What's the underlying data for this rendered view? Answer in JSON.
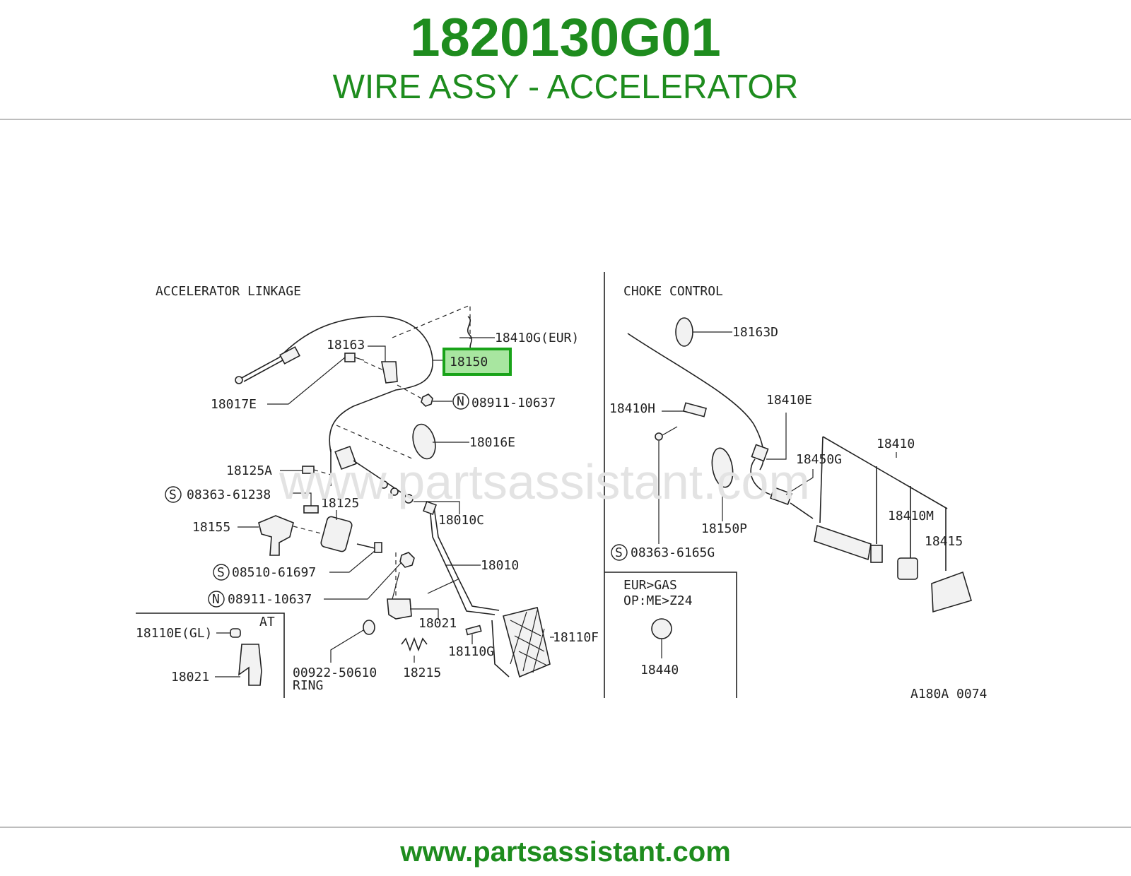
{
  "header": {
    "part_number": "1820130G01",
    "part_name": "WIRE ASSY - ACCELERATOR"
  },
  "footer": {
    "url": "www.partsassistant.com"
  },
  "watermark": "www.partsassistant.com",
  "colors": {
    "brand_green": "#1e8c1e",
    "highlight_fill": "#a8e6a0",
    "highlight_border": "#19a319",
    "rule_gray": "#bdbdbd"
  },
  "diagram": {
    "sections": {
      "accelerator": "ACCELERATOR LINKAGE",
      "choke": "CHOKE CONTROL",
      "at": "AT",
      "eur_gas": "EUR>GAS",
      "eur_gas_op": "OP:ME>Z24"
    },
    "labels": {
      "p18410g": "18410G(EUR)",
      "p18150": "18150",
      "p18163": "18163",
      "p18017e": "18017E",
      "n1": "08911-10637",
      "p18016e": "18016E",
      "p18125a": "18125A",
      "s1": "08363-61238",
      "p18125": "18125",
      "p18155": "18155",
      "p18010c": "18010C",
      "s2": "08510-61697",
      "p18010": "18010",
      "n2": "08911-10637",
      "p18021": "18021",
      "p18110f": "18110F",
      "p18110g": "18110G",
      "p18110e": "18110E(GL)",
      "p18021b": "18021",
      "ring_pn": "00922-50610",
      "ring": "RING",
      "p18215": "18215",
      "p18163d": "18163D",
      "p18410e": "18410E",
      "p18410h": "18410H",
      "p18410": "18410",
      "p18450g": "18450G",
      "p18410m": "18410M",
      "p18150p": "18150P",
      "p18415": "18415",
      "s3": "08363-6165G",
      "p18440": "18440",
      "code": "A180A 0074"
    },
    "markers": {
      "s": "S",
      "n": "N"
    },
    "highlighted_part": "18150"
  }
}
